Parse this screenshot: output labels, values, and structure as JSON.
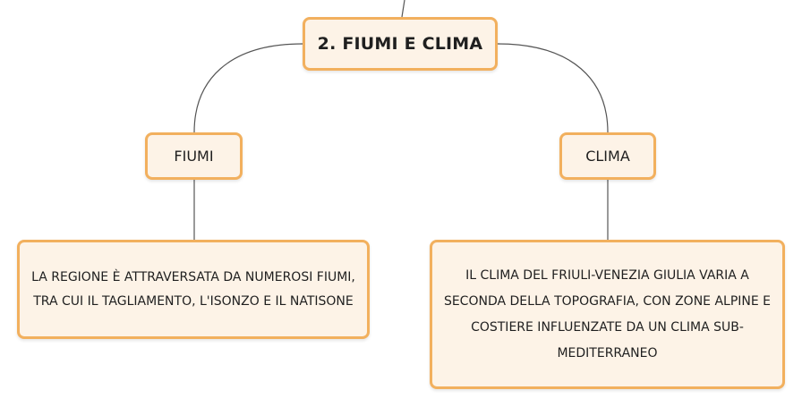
{
  "map": {
    "root": {
      "label": "2. FIUMI E CLIMA"
    },
    "branches": [
      {
        "label": "FIUMI",
        "detail": "LA REGIONE È ATTRAVERSATA DA NUMEROSI FIUMI, TRA CUI IL TAGLIAMENTO, L'ISONZO E IL NATISONE"
      },
      {
        "label": "CLIMA",
        "detail": "IL CLIMA DEL FRIULI-VENEZIA GIULIA VARIA A SECONDA DELLA TOPOGRAFIA, CON ZONE ALPINE E COSTIERE INFLUENZATE DA UN CLIMA SUB-MEDITERRANEO"
      }
    ]
  },
  "colors": {
    "node_fill": "#fdf3e7",
    "node_border": "#f2b05e",
    "connector": "#555555",
    "text": "#1f1f1f"
  }
}
